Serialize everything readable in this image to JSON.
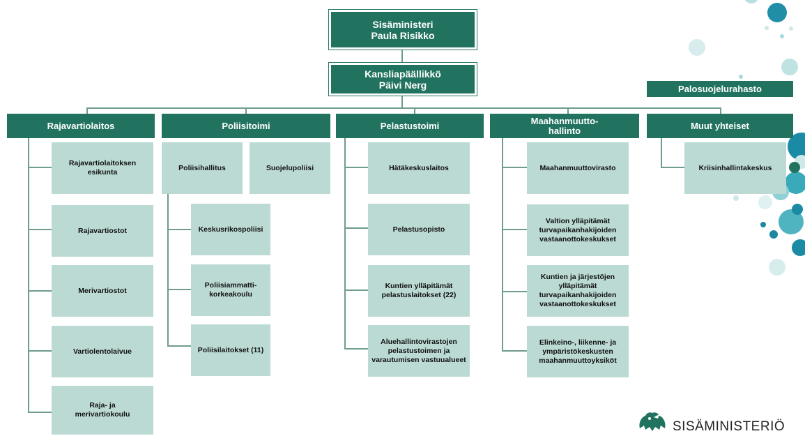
{
  "minister": {
    "title": "Sisäministeri",
    "name": "Paula Risikko"
  },
  "chancellor": {
    "title": "Kansliapäällikkö",
    "name": "Päivi Nerg"
  },
  "fund": "Palosuojelurahasto",
  "departments": {
    "rajavartiolaitos": {
      "label": "Rajavartiolaitos",
      "units": [
        "Rajavartiolaitoksen esikunta",
        "Rajavartiostot",
        "Merivartiostot",
        "Vartiolentolaivue",
        "Raja- ja merivartiokoulu"
      ]
    },
    "poliisitoimi": {
      "label": "Poliisitoimi",
      "poliisihallitus": "Poliisihallitus",
      "suojelupoliisi": "Suojelupoliisi",
      "sub_units": [
        "Keskusrikospoliisi",
        "Poliisiammatti-korkeakoulu",
        "Poliisilaitokset (11)"
      ]
    },
    "pelastustoimi": {
      "label": "Pelastustoimi",
      "units": [
        "Hätäkeskuslaitos",
        "Pelastusopisto",
        "Kuntien ylläpitämät pelastuslaitokset (22)",
        "Aluehallintovirastojen pelastustoimen ja varautumisen vastuualueet"
      ]
    },
    "maahanmuutto": {
      "label": "Maahanmuutto-hallinto",
      "units": [
        "Maahanmuuttovirasto",
        "Valtion ylläpitämät turvapaikanhakijoiden vastaanottokeskukset",
        "Kuntien ja järjestöjen ylläpitämät turvapaikanhakijoiden vastaanottokeskukset",
        "Elinkeino-, liikenne- ja ympäristökeskusten maahanmuuttoyksiköt"
      ]
    },
    "muut": {
      "label": "Muut yhteiset",
      "units": [
        "Kriisinhallintakeskus"
      ]
    }
  },
  "logo": {
    "text": "SISÄMINISTERIÖ",
    "icon": "lion-crest-icon"
  },
  "colors": {
    "dark": "#21735f",
    "light": "#bcdad4",
    "line": "#6e9c8e"
  }
}
